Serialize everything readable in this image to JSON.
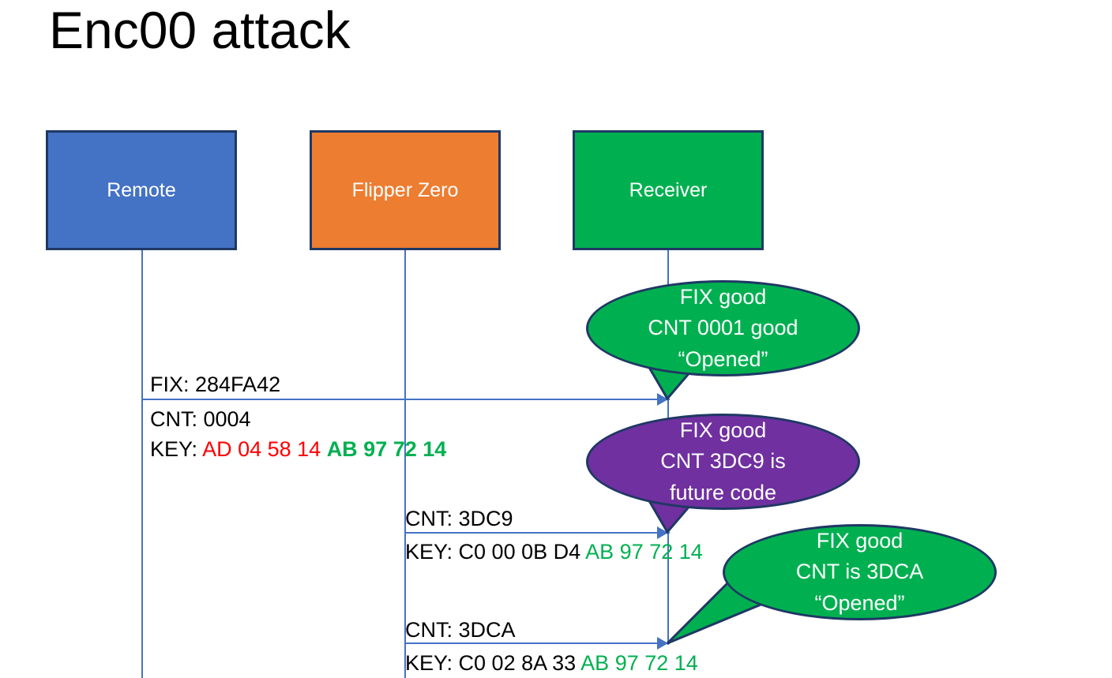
{
  "title": "Enc00 attack",
  "actors": [
    {
      "id": "remote",
      "label": "Remote",
      "color": "#4472C4"
    },
    {
      "id": "flipper",
      "label": "Flipper Zero",
      "color": "#ED7D31"
    },
    {
      "id": "receiver",
      "label": "Receiver",
      "color": "#00B050"
    }
  ],
  "messages": [
    {
      "id": "msg1",
      "from": "remote",
      "to": "receiver",
      "above": "FIX: 284FA42",
      "below_line1_label": "CNT: ",
      "below_line1_value": "0004",
      "below_line2_label": "KEY: ",
      "below_line2_red": "AD 04 58 14",
      "below_line2_green": "AB 97 72 14"
    },
    {
      "id": "msg2",
      "from": "flipper",
      "to": "receiver",
      "above": "CNT: 3DC9",
      "below_label": "KEY: C0 00 0B D4 ",
      "below_green": "AB 97 72 14"
    },
    {
      "id": "msg3",
      "from": "flipper",
      "to": "receiver",
      "above": "CNT: 3DCA",
      "below_label": "KEY: C0 02 8A 33 ",
      "below_green": "AB 97 72 14"
    }
  ],
  "bubbles": [
    {
      "id": "bubble-1",
      "color": "#00B050",
      "lines": [
        "FIX good",
        "CNT 0001 good",
        "“Opened”"
      ]
    },
    {
      "id": "bubble-2",
      "color": "#7030A0",
      "lines": [
        "FIX good",
        "CNT 3DC9 is",
        "future code"
      ]
    },
    {
      "id": "bubble-3",
      "color": "#00B050",
      "lines": [
        "FIX good",
        "CNT is 3DCA",
        "“Opened”"
      ]
    }
  ],
  "colors": {
    "blue": "#4472C4",
    "orange": "#ED7D31",
    "green": "#00B050",
    "purple": "#7030A0",
    "red": "#FF0000",
    "border": "#1F3864"
  }
}
